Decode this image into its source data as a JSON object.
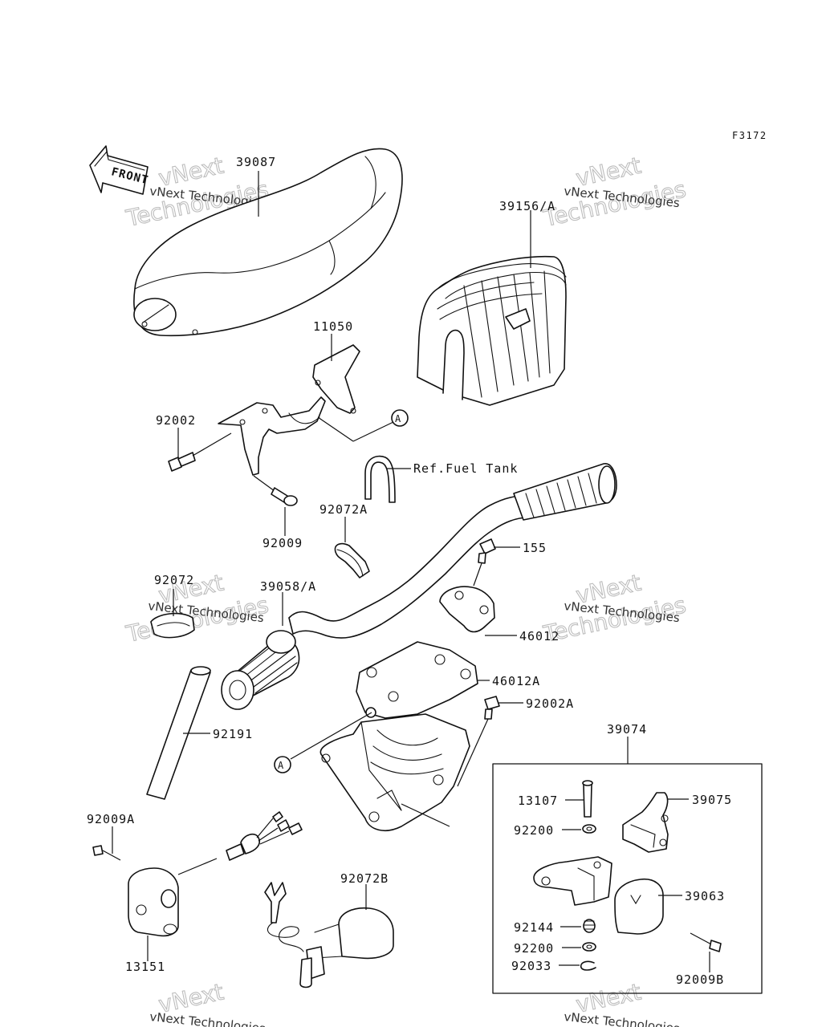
{
  "figure_code": "F3172",
  "callouts": {
    "seat_cover": "39087",
    "boot": "39156/A",
    "bracket": "11050",
    "bolt_a": "92002",
    "screw": "92009",
    "ref_marker": "A",
    "ref_fuel_tank": "Ref.Fuel Tank",
    "clamp_a": "92072A",
    "clamp": "92072",
    "handlebar": "39058/A",
    "bolt_155": "155",
    "holder": "46012",
    "holder_a": "46012A",
    "bolt_a2": "92002A",
    "tube": "92191",
    "lever_assy": "39074",
    "pin": "13107",
    "lever": "39075",
    "washer": "92200",
    "cover": "39063",
    "spring": "92144",
    "washer2": "92200",
    "circlip": "92033",
    "screw_b": "92009B",
    "screw_a": "92009A",
    "switch": "13151",
    "clamp_b": "92072B"
  },
  "front_arrow": "FRONT",
  "watermark": {
    "line1": "vNext Technologies",
    "line2": "Technologies",
    "big": "vNext"
  }
}
